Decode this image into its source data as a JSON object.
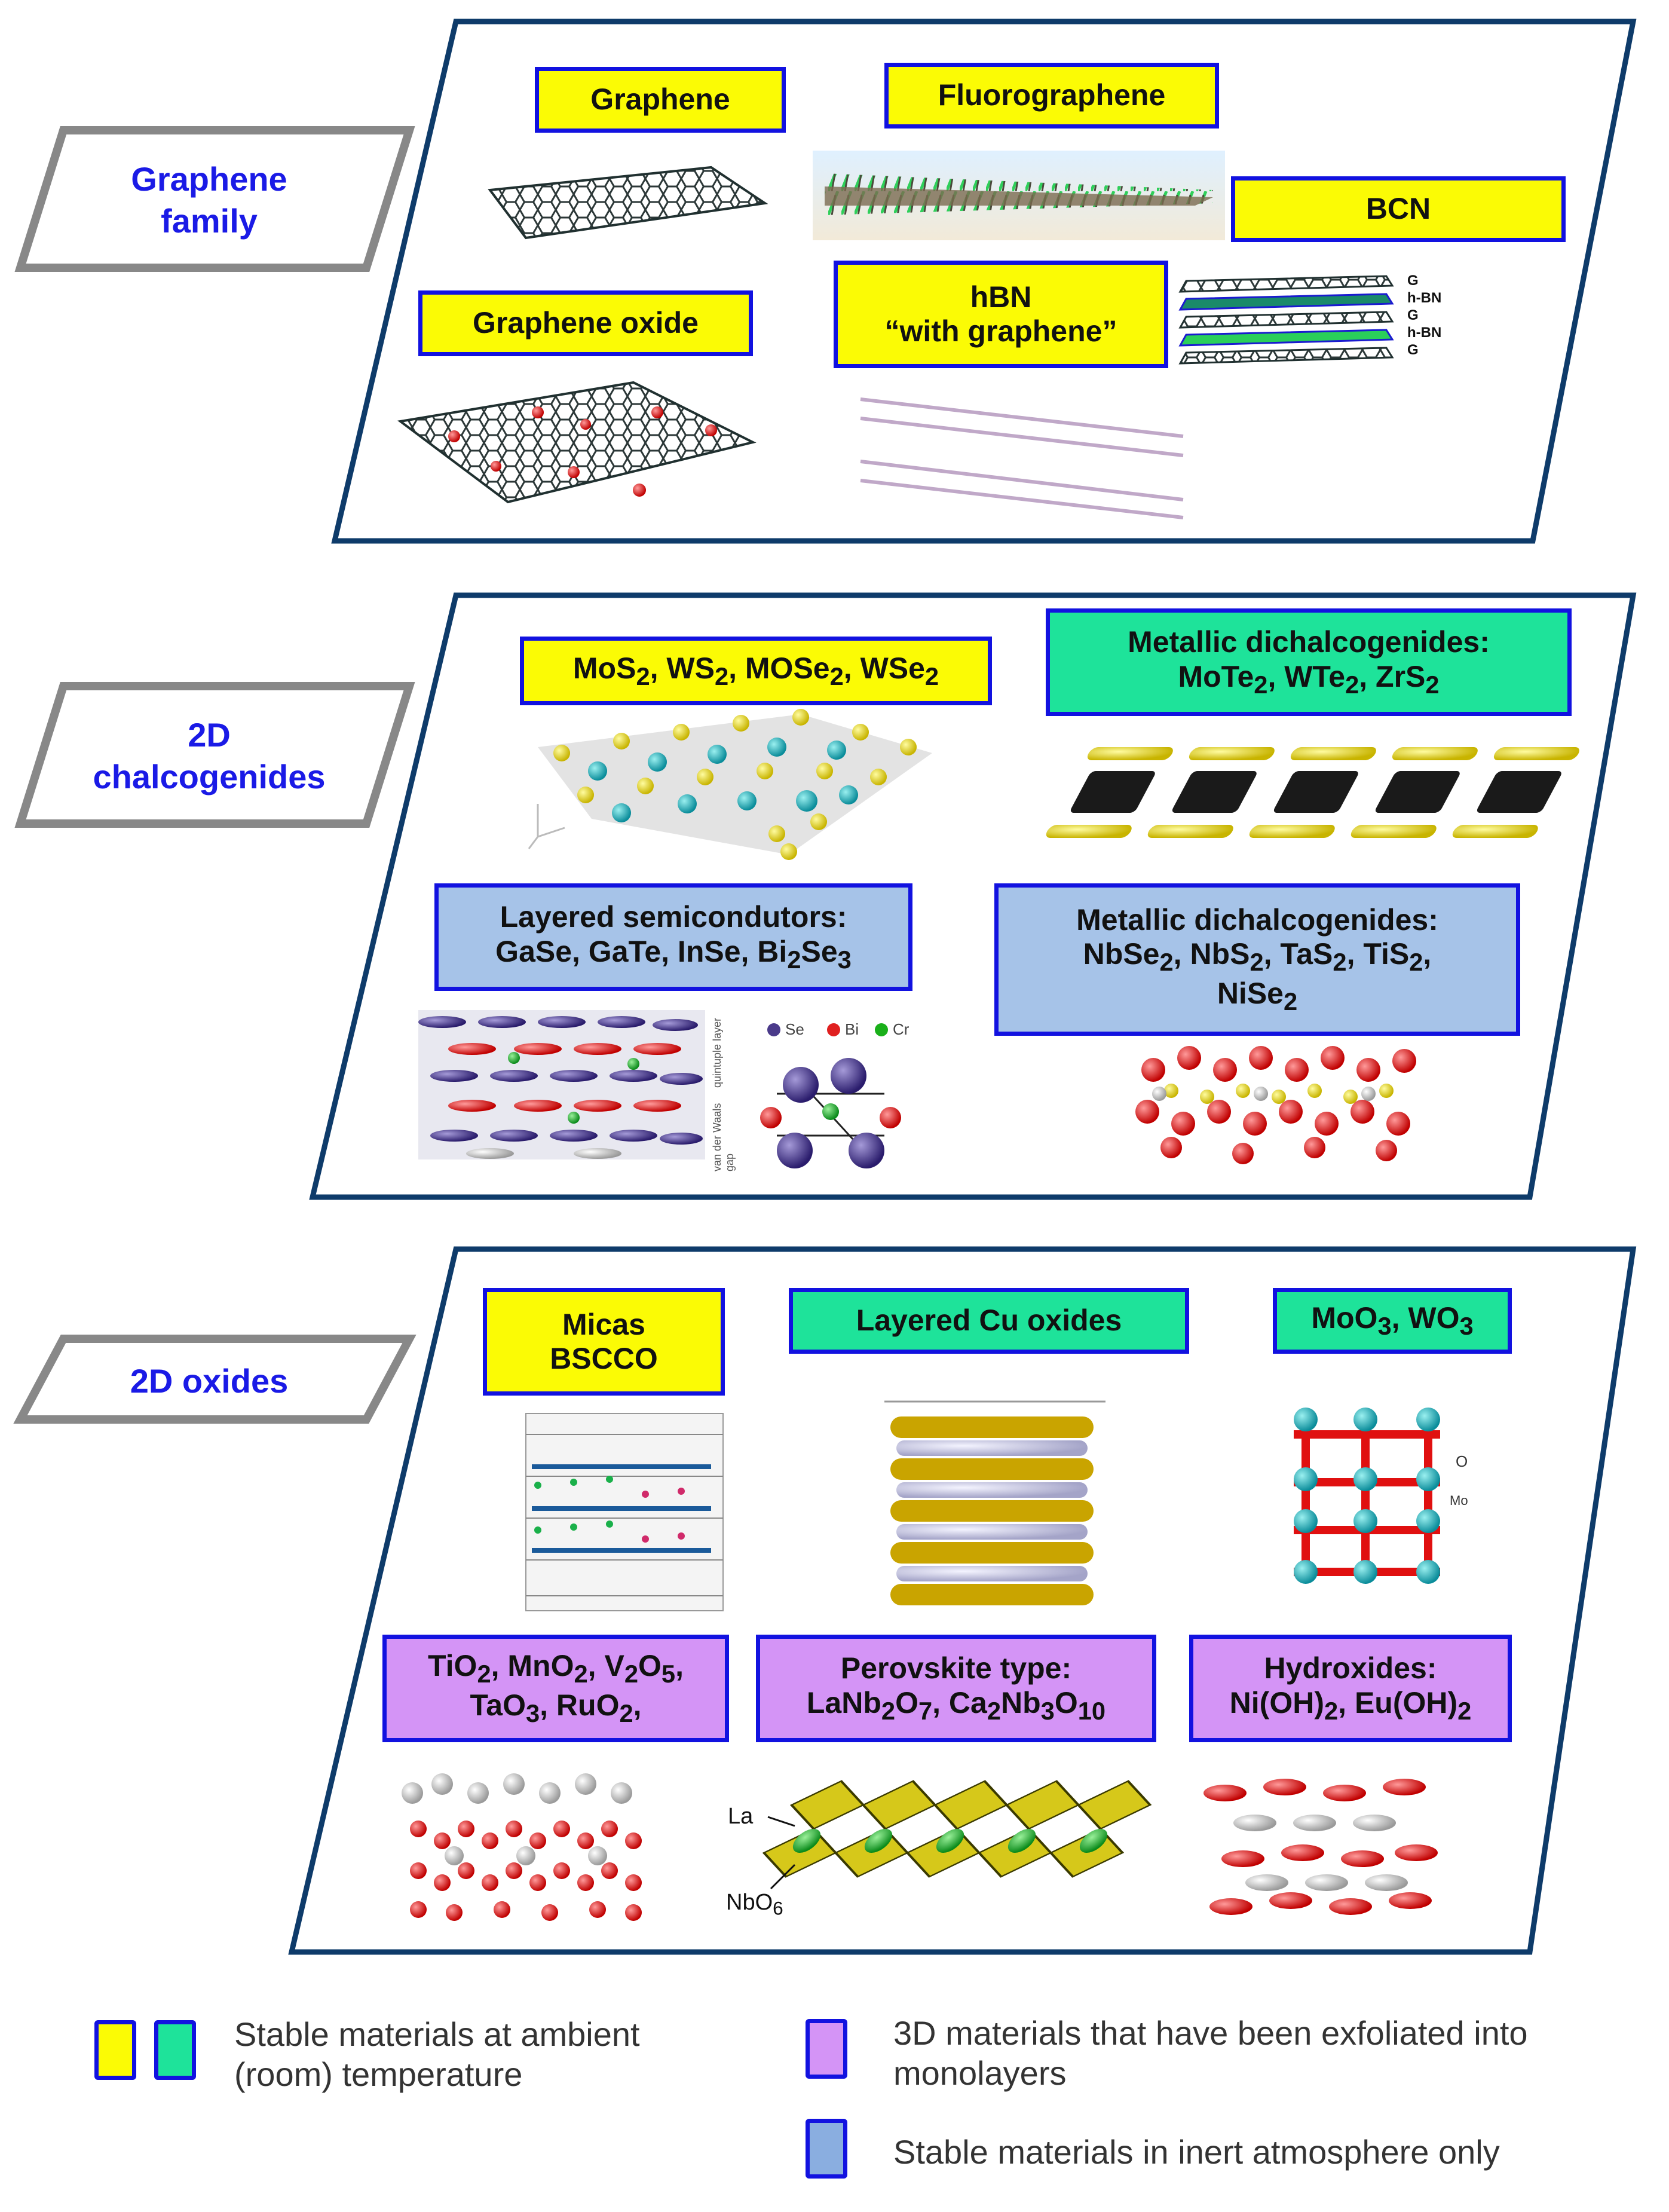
{
  "colors": {
    "stable_ambient_yellow": "#fbfb05",
    "stable_ambient_green": "#1ee39a",
    "inert_only_blue": "#a6c3e8",
    "exfoliated_purple": "#d494f6",
    "box_border": "#1212e0",
    "category_text": "#1a1ae6",
    "category_border": "#888888"
  },
  "categories": {
    "graphene_family": "Graphene\nfamily",
    "chalcogenides": "2D\nchalcogenides",
    "oxides": "2D oxides"
  },
  "graphene": {
    "graphene": "Graphene",
    "fluorographene": "Fluorographene",
    "bcn": "BCN",
    "graphene_oxide": "Graphene oxide",
    "hbn_line1": "hBN",
    "hbn_line2": "“with graphene”",
    "stack_labels": [
      "G",
      "h-BN",
      "G",
      "h-BN",
      "G"
    ]
  },
  "chalcogenides": {
    "mos2_html": "MoS<sub>2</sub>, WS<sub>2</sub>, MOSe<sub>2</sub>, WSe<sub>2</sub>",
    "metallic_green_line1": "Metallic dichalcogenides:",
    "metallic_green_line2_html": "MoTe<sub>2</sub>, WTe<sub>2</sub>, ZrS<sub>2</sub>",
    "layered_line1": "Layered semicondutors:",
    "layered_line2_html": "GaSe, GaTe, InSe, Bi<sub>2</sub>Se<sub>3</sub>",
    "metallic_blue_line1": "Metallic dichalcogenides:",
    "metallic_blue_line2_html": "NbSe<sub>2</sub>, NbS<sub>2</sub>, TaS<sub>2</sub>, TiS<sub>2</sub>,",
    "metallic_blue_line3_html": "NiSe<sub>2</sub>",
    "atom_legend": [
      "Se",
      "Bi",
      "Cr"
    ],
    "side_label_1": "quintuple layer",
    "side_label_2": "van der Waals gap"
  },
  "oxides": {
    "micas_line1": "Micas",
    "micas_line2": "BSCCO",
    "cu_oxides": "Layered Cu oxides",
    "moo3_html": "MoO<sub>3</sub>, WO<sub>3</sub>",
    "tio2_line1_html": "TiO<sub>2</sub>, MnO<sub>2</sub>, V<sub>2</sub>O<sub>5</sub>,",
    "tio2_line2_html": "TaO<sub>3</sub>, RuO<sub>2</sub>,",
    "perovskite_line1": "Perovskite type:",
    "perovskite_line2_html": "LaNb<sub>2</sub>O<sub>7</sub>, Ca<sub>2</sub>Nb<sub>3</sub>O<sub>10</sub>",
    "hydroxides_line1": "Hydroxides:",
    "hydroxides_line2_html": "Ni(OH)<sub>2</sub>, Eu(OH)<sub>2</sub>",
    "moo3_o_label": "O",
    "moo3_mo_label": "Mo",
    "la_label": "La",
    "nbo6_html": "NbO<sub>6</sub>"
  },
  "legend": {
    "ambient_line1": "Stable materials at ambient",
    "ambient_line2": "(room) temperature",
    "exfoliated_line1": "3D materials that have been exfoliated into",
    "exfoliated_line2": "monolayers",
    "inert": "Stable materials in inert atmosphere only"
  }
}
